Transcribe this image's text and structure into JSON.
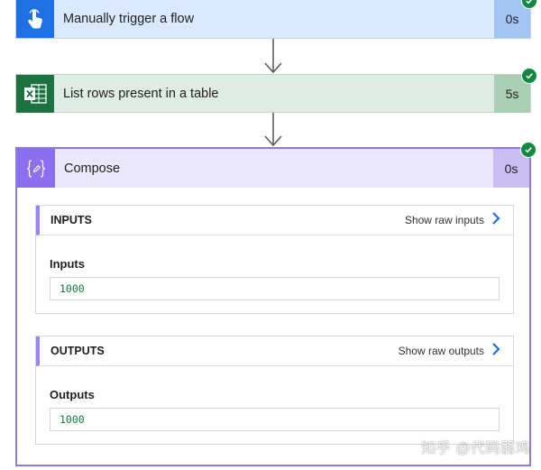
{
  "steps": [
    {
      "title": "Manually trigger a flow",
      "duration": "0s",
      "status": "succeeded",
      "icon": "hand-touch-icon"
    },
    {
      "title": "List rows present in a table",
      "duration": "5s",
      "status": "succeeded",
      "icon": "excel-icon"
    },
    {
      "title": "Compose",
      "duration": "0s",
      "status": "succeeded",
      "icon": "compose-braces-icon"
    }
  ],
  "compose": {
    "inputs": {
      "header": "INPUTS",
      "raw_link": "Show raw inputs",
      "field_label": "Inputs",
      "value": "1000"
    },
    "outputs": {
      "header": "OUTPUTS",
      "raw_link": "Show raw outputs",
      "field_label": "Outputs",
      "value": "1000"
    }
  },
  "watermark": "知乎 @代码弱鸡",
  "colors": {
    "trigger_accent": "#1f6fe5",
    "excel_accent": "#1c7340",
    "compose_accent": "#8c6ff0",
    "success_check": "#0f8a3e",
    "link_chevron": "#1f6fe5",
    "value_text": "#0f7a3a"
  }
}
